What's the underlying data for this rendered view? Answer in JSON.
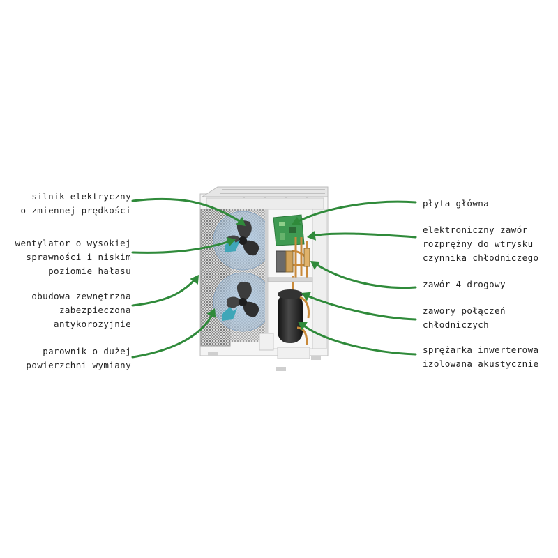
{
  "colors": {
    "arrow": "#2f8a3a",
    "text": "#222222",
    "cabinet_frame": "#f2f2f2",
    "grille": "#8a8a8a",
    "fan_blade": "#3c3c3c",
    "airflow_arrow": "#3fa6b8",
    "board": "#3f9a52",
    "copper_pipe": "#c98a3a",
    "compressor": "#222222"
  },
  "icons": [
    "fan-icon",
    "compressor-icon",
    "circuit-board-icon",
    "airflow-arrow-icon"
  ],
  "labels": {
    "left": [
      {
        "id": "motor",
        "lines": [
          "silnik elektryczny",
          "o zmiennej prędkości"
        ]
      },
      {
        "id": "fan",
        "lines": [
          "wentylator o wysokiej",
          "sprawności  i niskim",
          "poziomie hałasu"
        ]
      },
      {
        "id": "casing",
        "lines": [
          "obudowa zewnętrzna",
          "zabezpieczona",
          "antykorozyjnie"
        ]
      },
      {
        "id": "evaporator",
        "lines": [
          "parownik o dużej",
          "powierzchni wymiany"
        ]
      }
    ],
    "right": [
      {
        "id": "mainboard",
        "lines": [
          "płyta główna"
        ]
      },
      {
        "id": "expansion",
        "lines": [
          "elektroniczny zawór",
          "rozprężny do wtrysku",
          "czynnika chłodniczego"
        ]
      },
      {
        "id": "valve4",
        "lines": [
          "zawór 4-drogowy"
        ]
      },
      {
        "id": "connvalves",
        "lines": [
          "zawory połączeń",
          "chłodniczych"
        ]
      },
      {
        "id": "compressor",
        "lines": [
          "sprężarka inwerterowa",
          "izolowana akustycznie"
        ]
      }
    ]
  }
}
